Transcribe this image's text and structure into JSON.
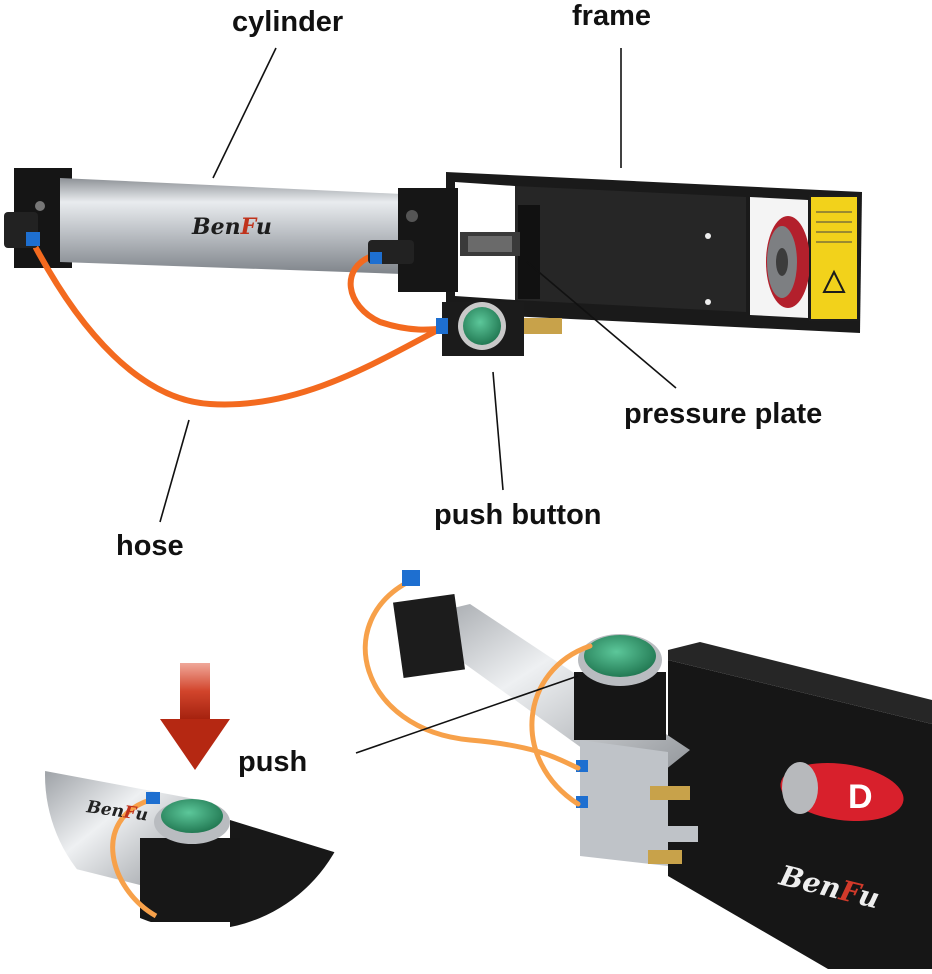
{
  "labels": {
    "cylinder": "cylinder",
    "frame": "frame",
    "pressure_plate": "pressure plate",
    "push_button": "push button",
    "hose": "hose",
    "push": "push"
  },
  "brand": {
    "prefix": "Ben",
    "accent": "F",
    "suffix": "u"
  },
  "can_text": "D",
  "colors": {
    "hose": "#f36a1f",
    "frame": "#1c1c1c",
    "cylinder": "#c9ccd0",
    "button_face": "#2e9a6b",
    "arrow": "#c0321b",
    "warning_label": "#f2d21b",
    "brass": "#c8a24a"
  },
  "icons": [
    "warning-label-icon",
    "down-arrow-icon"
  ]
}
